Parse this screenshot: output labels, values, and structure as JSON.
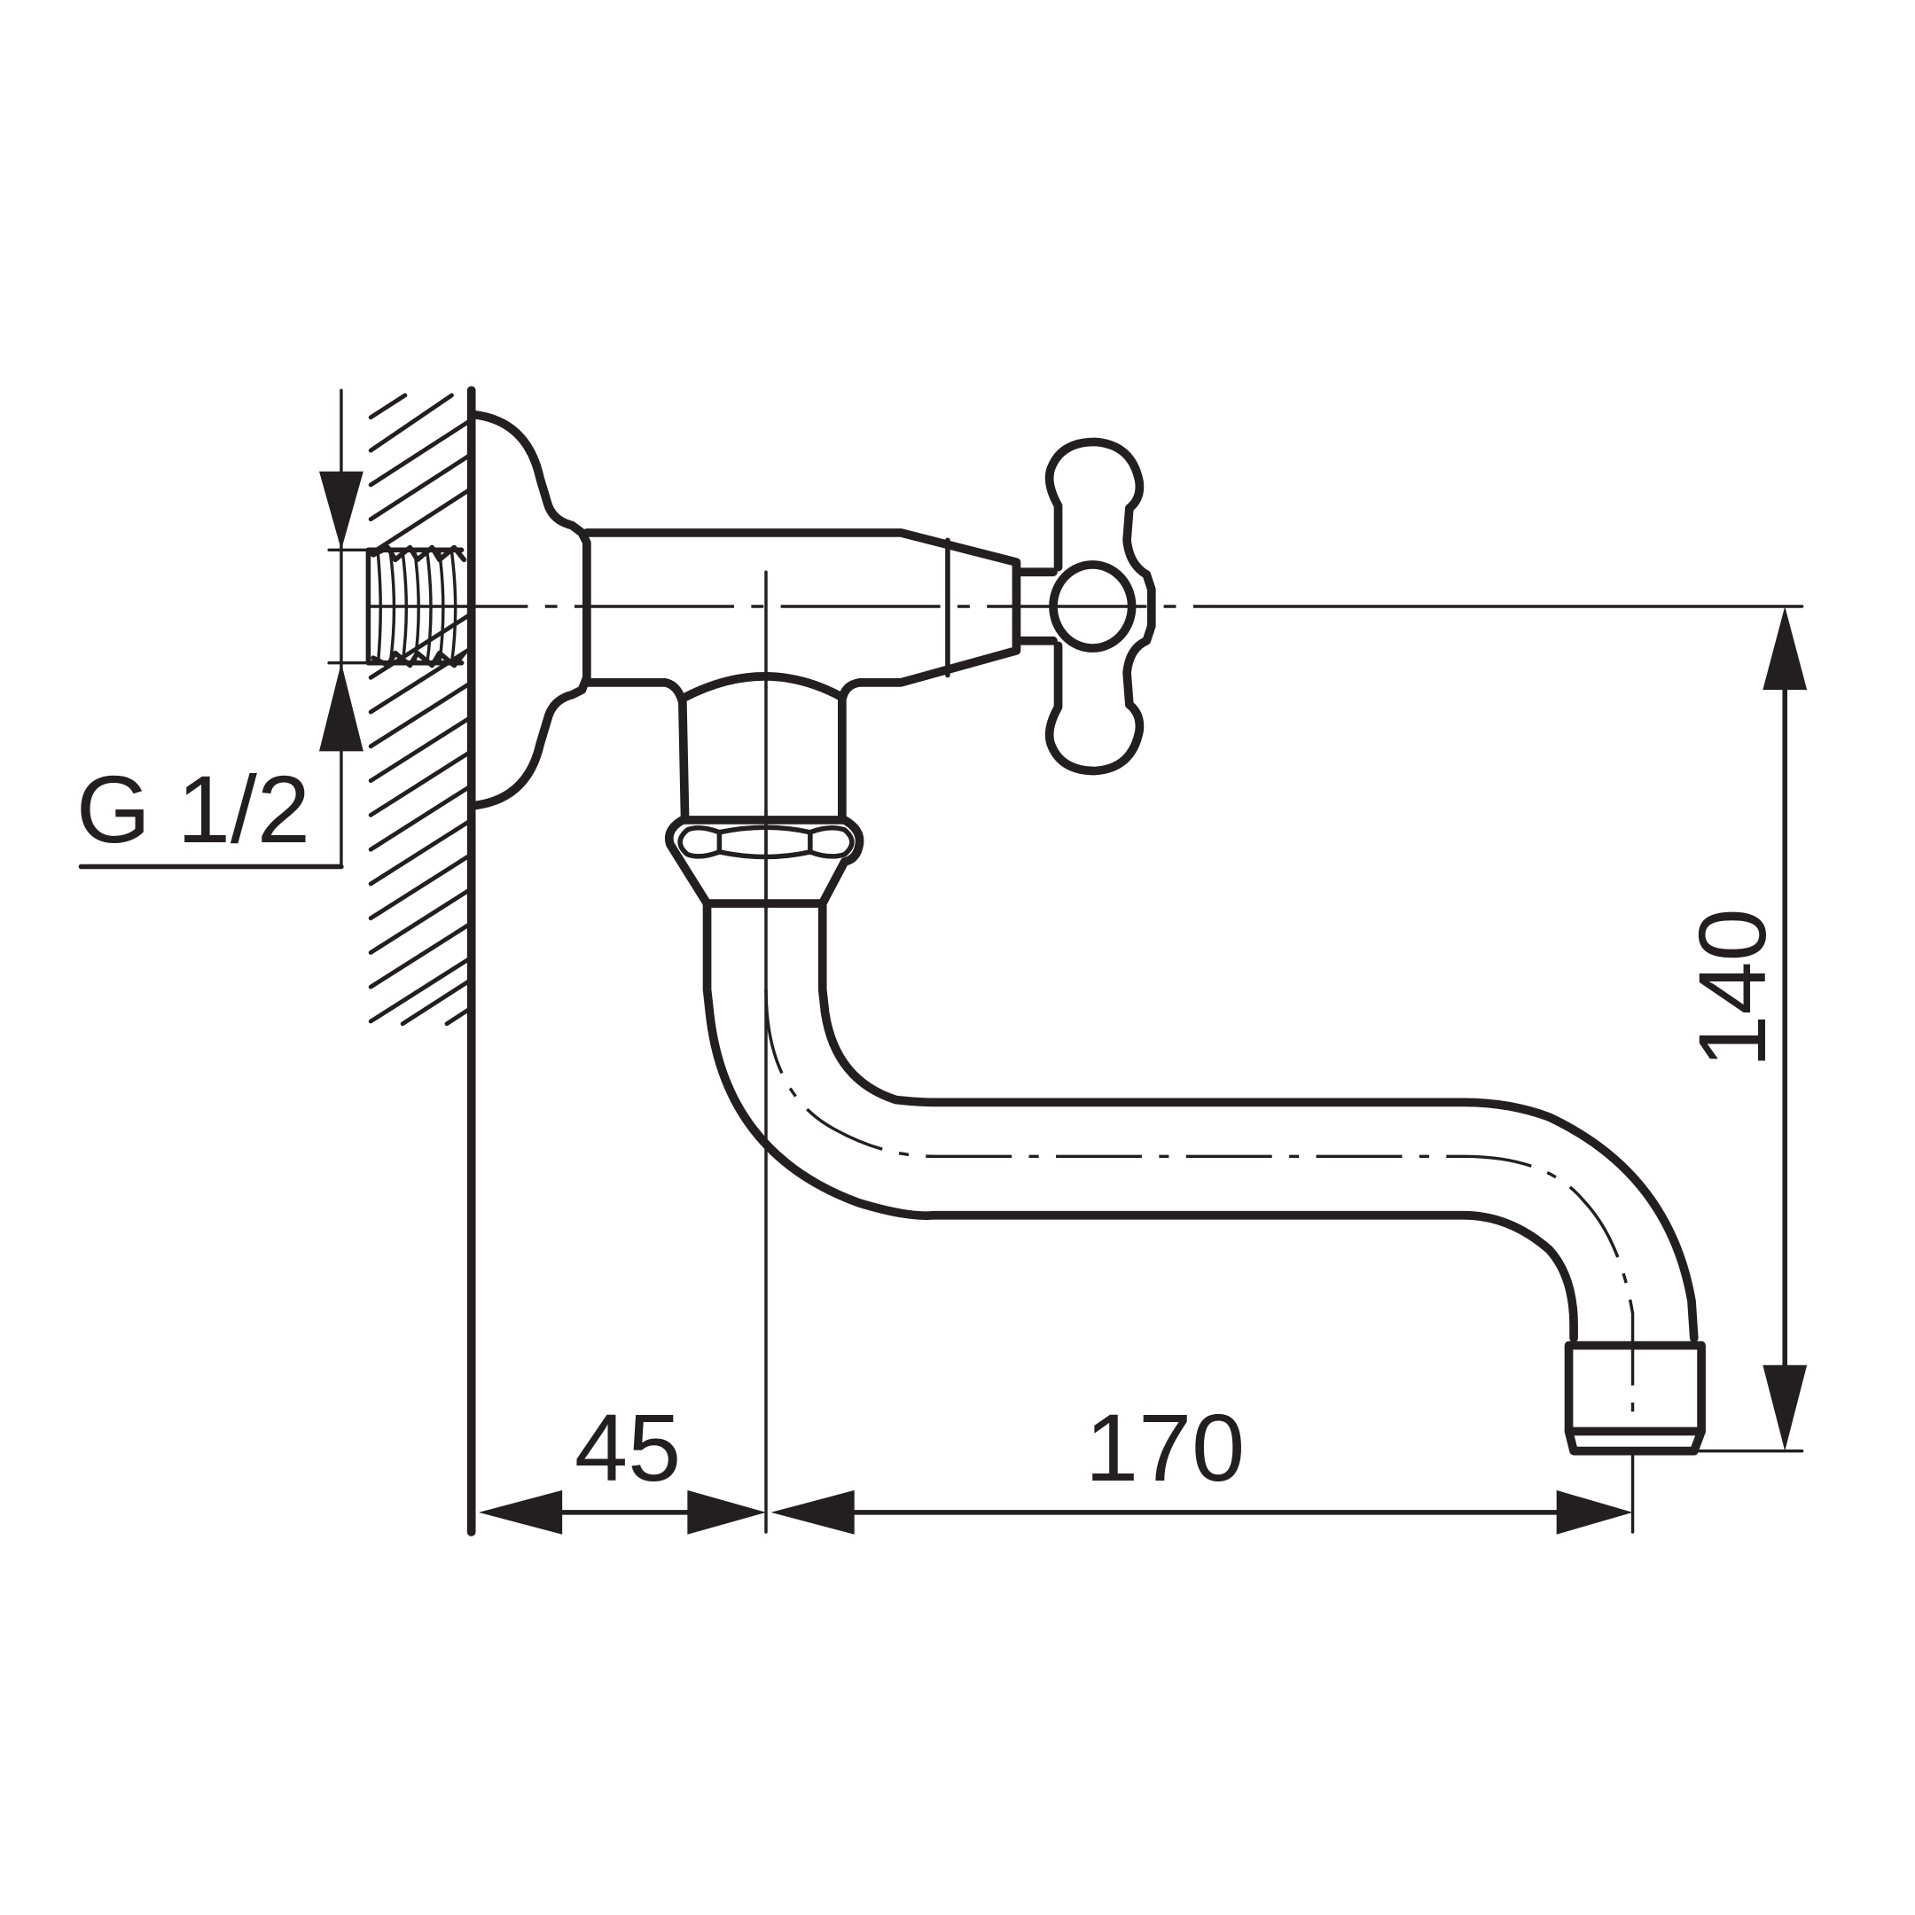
{
  "drawing": {
    "subject": "Wall-mounted tap with cross handle and swivel S-spout",
    "line_color": "#231f20",
    "background": "#ffffff"
  },
  "dimensions": {
    "thread": {
      "label": "G 1/2",
      "orientation": "horizontal"
    },
    "wall_to_spout_axis": {
      "label": "45",
      "orientation": "horizontal"
    },
    "spout_reach": {
      "label": "170",
      "orientation": "horizontal"
    },
    "spout_drop": {
      "label": "140",
      "orientation": "vertical"
    }
  }
}
